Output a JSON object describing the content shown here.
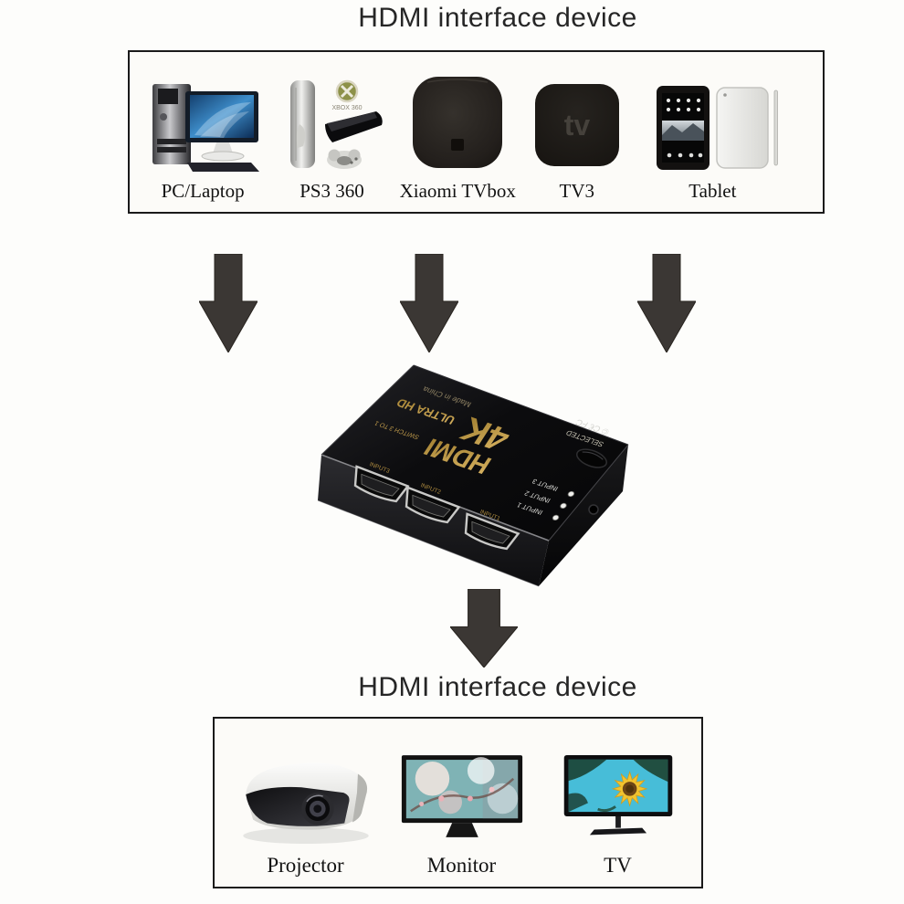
{
  "colors": {
    "background": "#fdfdfb",
    "box_border": "#1a1a1a",
    "arrow": "#3b3734",
    "switch_body": "#0d0d10",
    "switch_gold": "#c09a45",
    "title_text": "#262626"
  },
  "top_section": {
    "title": "HDMI interface device",
    "devices": [
      {
        "label": "PC/Laptop",
        "icon": "desktop-pc-icon"
      },
      {
        "label": "PS3 360",
        "icon": "game-consoles-icon",
        "logo_text": "XBOX 360"
      },
      {
        "label": "Xiaomi TVbox",
        "icon": "streaming-box-icon"
      },
      {
        "label": "TV3",
        "icon": "apple-tv-icon",
        "logo_text": "tv"
      },
      {
        "label": "Tablet",
        "icon": "tablets-icon"
      }
    ]
  },
  "switch_device": {
    "name": "4K HDMI switch 3 to 1",
    "label_brand": "HDMI",
    "label_switch": "SWITCH 3 TO 1",
    "label_resolution": "4K",
    "label_quality": "ULTRA HD",
    "label_origin": "Made in China",
    "label_selected": "SELECTED",
    "cert_marks": "© C€ FC",
    "led_labels": [
      "INPUT 3",
      "INPUT 2",
      "INPUT 1"
    ],
    "port_labels": [
      "INPUT3",
      "INPUT2",
      "INPUT1"
    ]
  },
  "bottom_section": {
    "title": "HDMI interface device",
    "devices": [
      {
        "label": "Projector",
        "icon": "projector-icon"
      },
      {
        "label": "Monitor",
        "icon": "monitor-icon"
      },
      {
        "label": "TV",
        "icon": "tv-icon"
      }
    ]
  }
}
